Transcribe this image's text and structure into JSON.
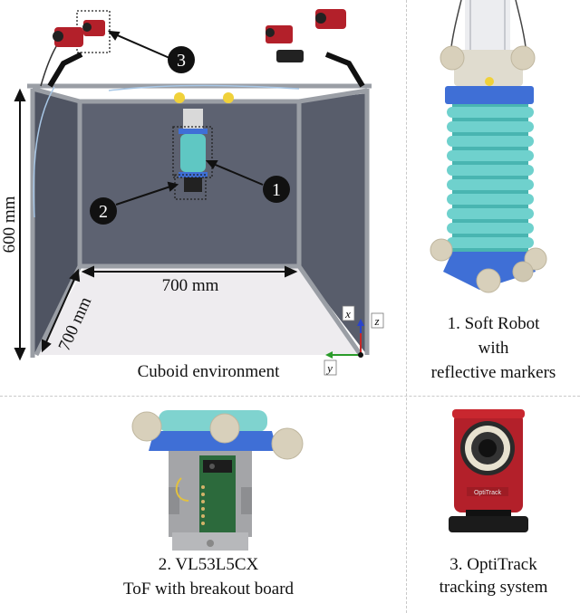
{
  "cuboid": {
    "caption": "Cuboid environment",
    "dim_height": "600 mm",
    "dim_width": "700 mm",
    "dim_depth": "700 mm",
    "callout_1": "1",
    "callout_2": "2",
    "callout_3": "3",
    "axis_x": "x",
    "axis_y": "y",
    "axis_z": "z"
  },
  "soft_robot": {
    "caption_line1": "1. Soft Robot",
    "caption_line2": "with",
    "caption_line3": "reflective markers"
  },
  "sensor": {
    "caption_line1": "2. VL53L5CX",
    "caption_line2": "ToF with breakout board"
  },
  "optitrack": {
    "caption_line1": "3. OptiTrack",
    "caption_line2": "tracking system",
    "device_brand": "OptiTrack"
  },
  "colors": {
    "teal": "#5fc7c3",
    "blue": "#3f6fd6",
    "camera_red": "#b3202a",
    "frame_gray": "#8b8f96",
    "panel_back": "#5d6271",
    "marker_beige": "#d8d0bb"
  }
}
